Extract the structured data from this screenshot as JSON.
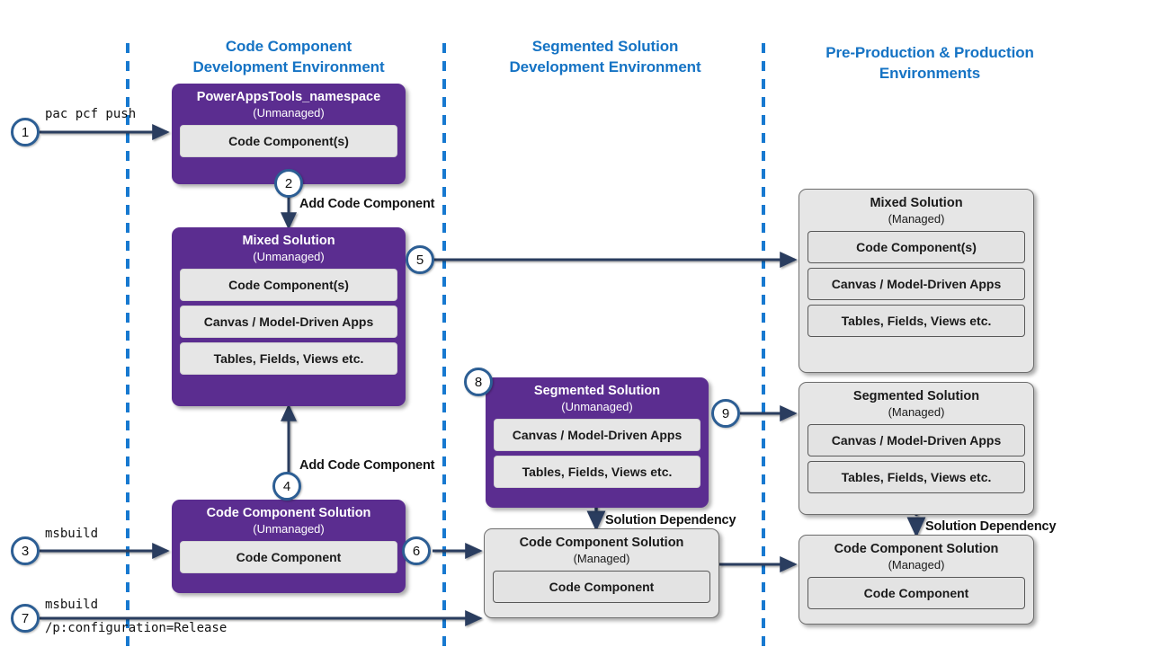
{
  "diagram": {
    "title": "Power Platform code component ALM flow",
    "colors": {
      "unmanaged_fill": "#5B2D90",
      "managed_fill": "#E6E6E6",
      "managed_border": "#6E6E6E",
      "header_text": "#1573C4",
      "divider": "#1779D0",
      "arrow": "#2A3C5E",
      "step_border": "#2C5E94",
      "component_fill": "#E6E6E6"
    }
  },
  "columns": [
    {
      "id": "code-component-dev",
      "line1": "Code Component",
      "line2": "Development Environment"
    },
    {
      "id": "segmented-solution-dev",
      "line1": "Segmented Solution",
      "line2": "Development Environment"
    },
    {
      "id": "preprod-prod",
      "line1": "Pre-Production & Production",
      "line2": "Environments"
    }
  ],
  "boxes": {
    "powerapps_tools": {
      "title": "PowerAppsTools_namespace",
      "state": "(Unmanaged)",
      "components": [
        "Code Component(s)"
      ]
    },
    "mixed_unmanaged": {
      "title": "Mixed Solution",
      "state": "(Unmanaged)",
      "components": [
        "Code Component(s)",
        "Canvas / Model-Driven Apps",
        "Tables, Fields, Views etc."
      ]
    },
    "mixed_managed": {
      "title": "Mixed Solution",
      "state": "(Managed)",
      "components": [
        "Code Component(s)",
        "Canvas / Model-Driven Apps",
        "Tables, Fields, Views etc."
      ]
    },
    "segmented_unmanaged": {
      "title": "Segmented Solution",
      "state": "(Unmanaged)",
      "components": [
        "Canvas / Model-Driven Apps",
        "Tables, Fields, Views etc."
      ]
    },
    "segmented_managed": {
      "title": "Segmented Solution",
      "state": "(Managed)",
      "components": [
        "Canvas / Model-Driven Apps",
        "Tables, Fields, Views etc."
      ]
    },
    "code_component_solution_unmanaged": {
      "title": "Code Component Solution",
      "state": "(Unmanaged)",
      "components": [
        "Code Component"
      ]
    },
    "code_component_solution_managed_dev": {
      "title": "Code Component Solution",
      "state": "(Managed)",
      "components": [
        "Code Component"
      ]
    },
    "code_component_solution_managed_prod": {
      "title": "Code Component Solution",
      "state": "(Managed)",
      "components": [
        "Code Component"
      ]
    }
  },
  "steps": [
    {
      "id": "step-1",
      "number": "1"
    },
    {
      "id": "step-2",
      "number": "2"
    },
    {
      "id": "step-3",
      "number": "3"
    },
    {
      "id": "step-4",
      "number": "4"
    },
    {
      "id": "step-5",
      "number": "5"
    },
    {
      "id": "step-6",
      "number": "6"
    },
    {
      "id": "step-7",
      "number": "7"
    },
    {
      "id": "step-8",
      "number": "8"
    },
    {
      "id": "step-9",
      "number": "9"
    }
  ],
  "commands": {
    "pac_pcf_push": "pac pcf push",
    "msbuild": "msbuild",
    "msbuild_release_line1": "msbuild",
    "msbuild_release_line2": "/p:configuration=Release"
  },
  "labels": {
    "add_code_component_top": "Add Code Component",
    "add_code_component_bottom": "Add Code Component",
    "solution_dependency_dev": "Solution Dependency",
    "solution_dependency_prod": "Solution Dependency"
  }
}
